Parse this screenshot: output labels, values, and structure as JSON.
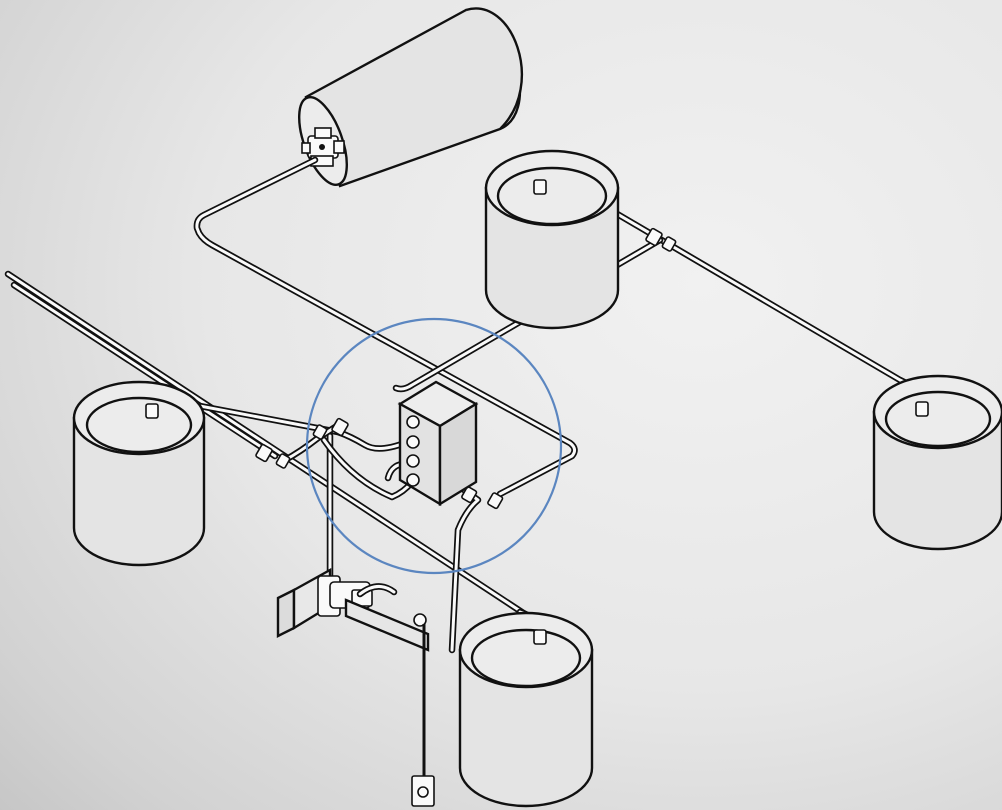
{
  "diagram": {
    "components": [
      "reservoir-tank",
      "air-spring-front-left",
      "air-spring-rear-left",
      "air-spring-front-right",
      "air-spring-rear-right",
      "valve-block",
      "height-sensor",
      "mounting-bracket",
      "air-supply-lines"
    ],
    "highlight": {
      "target": "valve-block",
      "color": "#5b86c0"
    },
    "colors": {
      "background": "#e6e6e6",
      "line": "#111111",
      "fill": "#ececec"
    }
  }
}
